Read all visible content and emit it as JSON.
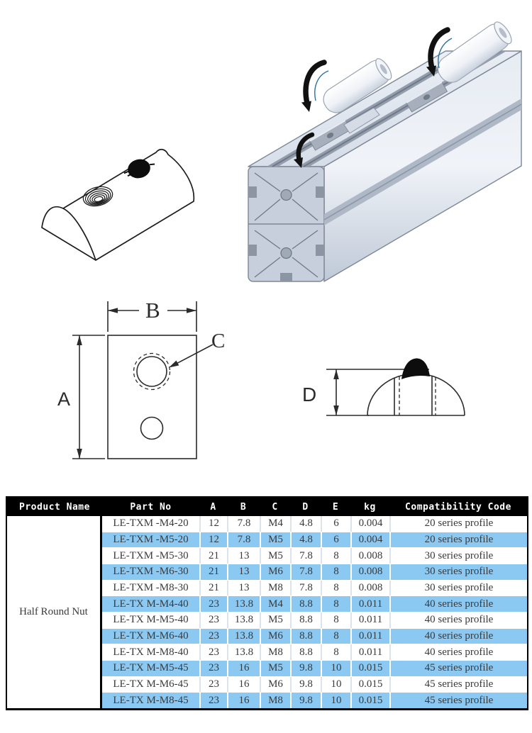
{
  "dimension_labels": {
    "a": "A",
    "b": "B",
    "c": "C",
    "d": "D"
  },
  "table": {
    "headers": {
      "product": "Product Name",
      "part": "Part No",
      "a": "A",
      "b": "B",
      "c": "C",
      "d": "D",
      "e": "E",
      "kg": "kg",
      "compat": "Compatibility Code"
    },
    "product_name": "Half Round Nut",
    "rows": [
      {
        "highlighted": false,
        "cells": [
          "LE-TXM -M4-20",
          "12",
          "7.8",
          "M4",
          "4.8",
          "6",
          "0.004",
          "20 series profile"
        ]
      },
      {
        "highlighted": true,
        "cells": [
          "LE-TXM -M5-20",
          "12",
          "7.8",
          "M5",
          "4.8",
          "6",
          "0.004",
          "20 series profile"
        ]
      },
      {
        "highlighted": false,
        "cells": [
          "LE-TXM -M5-30",
          "21",
          "13",
          "M5",
          "7.8",
          "8",
          "0.008",
          "30 series profile"
        ]
      },
      {
        "highlighted": true,
        "cells": [
          "LE-TXM -M6-30",
          "21",
          "13",
          "M6",
          "7.8",
          "8",
          "0.008",
          "30 series profile"
        ]
      },
      {
        "highlighted": false,
        "cells": [
          "LE-TXM -M8-30",
          "21",
          "13",
          "M8",
          "7.8",
          "8",
          "0.008",
          "30 series profile"
        ]
      },
      {
        "highlighted": true,
        "cells": [
          "LE-TX M-M4-40",
          "23",
          "13.8",
          "M4",
          "8.8",
          "8",
          "0.011",
          "40 series profile"
        ]
      },
      {
        "highlighted": false,
        "cells": [
          "LE-TX M-M5-40",
          "23",
          "13.8",
          "M5",
          "8.8",
          "8",
          "0.011",
          "40 series profile"
        ]
      },
      {
        "highlighted": true,
        "cells": [
          "LE-TX M-M6-40",
          "23",
          "13.8",
          "M6",
          "8.8",
          "8",
          "0.011",
          "40 series profile"
        ]
      },
      {
        "highlighted": false,
        "cells": [
          "LE-TX M-M8-40",
          "23",
          "13.8",
          "M8",
          "8.8",
          "8",
          "0.011",
          "40 series profile"
        ]
      },
      {
        "highlighted": true,
        "cells": [
          "LE-TX M-M5-45",
          "23",
          "16",
          "M5",
          "9.8",
          "10",
          "0.015",
          "45 series profile"
        ]
      },
      {
        "highlighted": false,
        "cells": [
          "LE-TX M-M6-45",
          "23",
          "16",
          "M6",
          "9.8",
          "10",
          "0.015",
          "45 series profile"
        ]
      },
      {
        "highlighted": true,
        "cells": [
          "LE-TX M-M8-45",
          "23",
          "16",
          "M8",
          "9.8",
          "10",
          "0.015",
          "45 series profile"
        ]
      }
    ]
  },
  "colors": {
    "row_highlight": "#8BC9F3",
    "header_bg": "#000000",
    "header_text": "#FFFFFF",
    "cell_text": "#3A3A3A",
    "drawing_stroke": "#222222",
    "metal_light": "#F2F5FA",
    "metal_mid": "#D7DEE9",
    "metal_dark": "#AFB9C7"
  }
}
